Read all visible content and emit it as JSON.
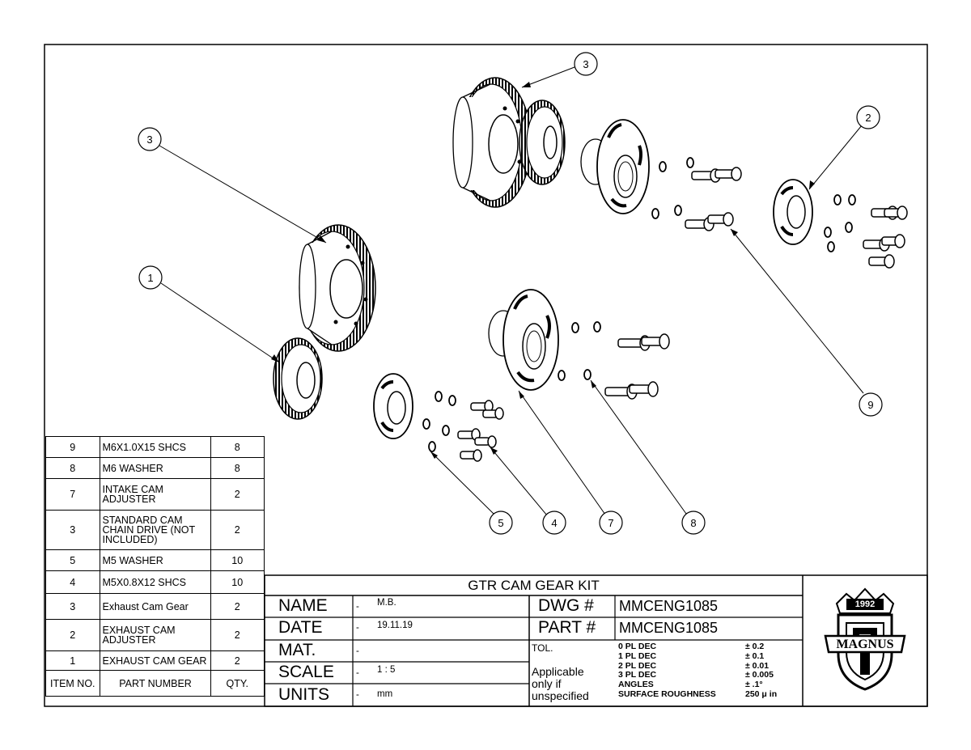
{
  "bom": {
    "headers": {
      "item": "ITEM NO.",
      "part": "PART NUMBER",
      "qty": "QTY."
    },
    "rows": [
      {
        "item": "9",
        "part": "M6X1.0X15 SHCS",
        "qty": "8"
      },
      {
        "item": "8",
        "part": "M6 WASHER",
        "qty": "8"
      },
      {
        "item": "7",
        "part": "INTAKE CAM\nADJUSTER",
        "qty": "2"
      },
      {
        "item": "3",
        "part": "STANDARD CAM\nCHAIN DRIVE (NOT\nINCLUDED)",
        "qty": "2"
      },
      {
        "item": "5",
        "part": "M5 WASHER",
        "qty": "10"
      },
      {
        "item": "4",
        "part": "M5X0.8X12 SHCS",
        "qty": "10"
      },
      {
        "item": "3",
        "part": "Exhaust Cam Gear",
        "qty": "2"
      },
      {
        "item": "2",
        "part": "EXHAUST CAM\nADJUSTER",
        "qty": "2"
      },
      {
        "item": "1",
        "part": "EXHAUST CAM GEAR",
        "qty": "2"
      }
    ]
  },
  "title_block": {
    "title": "GTR CAM GEAR KIT",
    "name_label": "NAME",
    "name_value": "M.B.",
    "date_label": "DATE",
    "date_value": "19.11.19",
    "mat_label": "MAT.",
    "mat_value": "",
    "scale_label": "SCALE",
    "scale_value": "1 : 5",
    "units_label": "UNITS",
    "units_value": "mm",
    "dash": "-",
    "dwg_label": "DWG #",
    "dwg_value": "MMCENG1085",
    "part_label": "PART #",
    "part_value": "MMCENG1085",
    "tol_label": "TOL.",
    "applicable_1": "Applicable",
    "applicable_2": "only if",
    "applicable_3": "unspecified",
    "tolerances": [
      {
        "label": "0 PL DEC",
        "value": "± 0.2"
      },
      {
        "label": "1 PL DEC",
        "value": "± 0.1"
      },
      {
        "label": "2 PL DEC",
        "value": "± 0.01"
      },
      {
        "label": "3 PL DEC",
        "value": "± 0.005"
      },
      {
        "label": "ANGLES",
        "value": "± .1°"
      },
      {
        "label": "SURFACE ROUGHNESS",
        "value": "250 μ in"
      }
    ]
  },
  "logo": {
    "text": "MAGNUS",
    "year": "1992"
  },
  "balloons": {
    "b3_left": "3",
    "b1": "1",
    "b3_top": "3",
    "b2": "2",
    "b9": "9",
    "b5": "5",
    "b4": "4",
    "b7": "7",
    "b8": "8"
  }
}
